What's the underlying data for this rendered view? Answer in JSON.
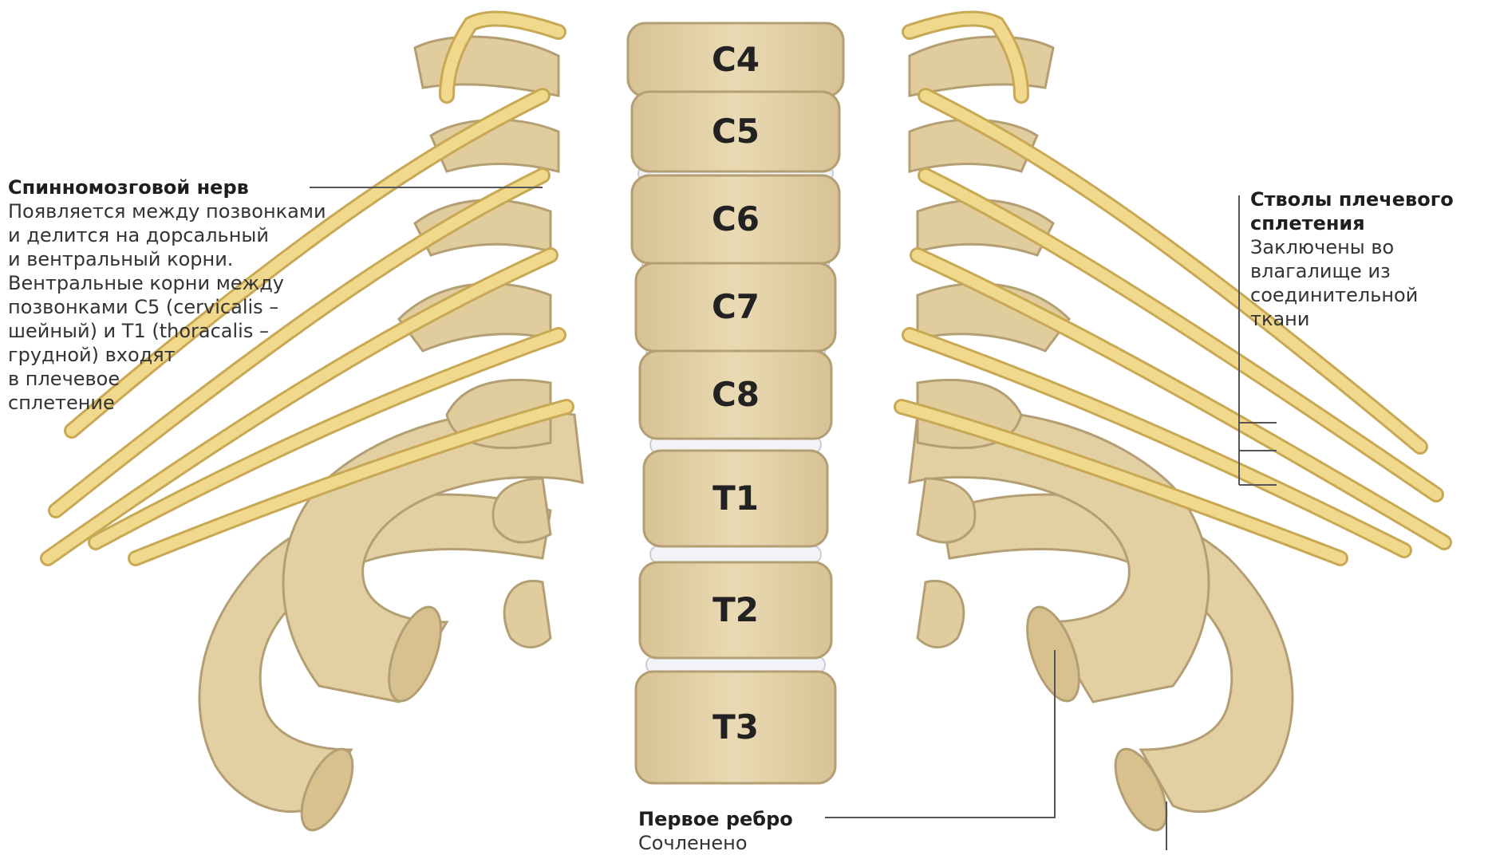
{
  "vertebrae": [
    "C4",
    "C5",
    "C6",
    "C7",
    "C8",
    "T1",
    "T2",
    "T3"
  ],
  "callouts": {
    "spinal_nerve": {
      "title": "Спинномозговой нерв",
      "body": "Появляется между позвонками\nи делится на дорсальный\nи вентральный корни.\nВентральные корни между\nпозвонками С5 (cervicalis –\nшейный) и Т1 (thoracalis –\nгрудной) входят\nв плечевое\nсплетение"
    },
    "plexus_trunks": {
      "title": "Стволы плечевого\nсплетения",
      "body": "Заключены во\nвлагалище из\nсоединительной\nткани"
    },
    "first_rib": {
      "title": "Первое ребро",
      "body": "Сочленено"
    }
  },
  "colors": {
    "bone": "#e7d6ab",
    "bone_shade": "#cdb888",
    "bone_outline": "#b39f73",
    "disc": "#f1f3f7",
    "disc_edge": "#c7ccd6",
    "nerve": "#f0d88d",
    "nerve_outline": "#c9a854",
    "leader": "#555555"
  }
}
